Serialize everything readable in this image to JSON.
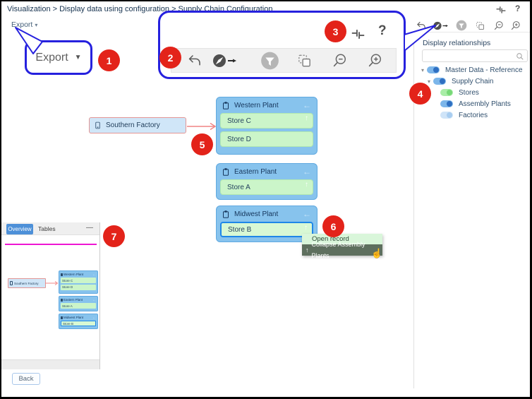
{
  "breadcrumb": "Visualization > Display data using configuration > Supply Chain Configuration",
  "topbar": {
    "export_label": "Export"
  },
  "callouts": [
    "1",
    "2",
    "3",
    "4",
    "5",
    "6",
    "7"
  ],
  "icons": {
    "caret_down": "▾",
    "caret_solid": "▼",
    "back_arrow": "←",
    "up_arrow": "↑",
    "minimize": "—",
    "help": "?",
    "hand_cursor": "☝"
  },
  "sidebar": {
    "title": "Display relationships",
    "search_placeholder": "",
    "items": [
      {
        "label": "Master Data - Reference"
      },
      {
        "label": "Supply Chain"
      },
      {
        "label": "Stores"
      },
      {
        "label": "Assembly Plants"
      },
      {
        "label": "Factories"
      }
    ]
  },
  "diagram": {
    "factory_label": "Southern Factory",
    "groups": [
      {
        "title": "Western Plant",
        "stores": [
          "Store C",
          "Store D"
        ]
      },
      {
        "title": "Eastern Plant",
        "stores": [
          "Store A"
        ]
      },
      {
        "title": "Midwest Plant",
        "stores": [
          "Store B"
        ]
      }
    ],
    "context_menu": {
      "open": "Open record",
      "collapse": "Collapse Assembly Plants"
    }
  },
  "overview": {
    "tabs": [
      "Overview",
      "Tables"
    ]
  },
  "footer": {
    "back_label": "Back"
  },
  "colors": {
    "callout_red": "#e3231a",
    "callout_blue": "#2621de",
    "group_header_blue": "#87c3ed",
    "store_green": "#cbf5c9",
    "store_selected_border": "#1f87e8",
    "factory_border_red": "#e39695",
    "arrow_red": "#f08484",
    "context_menu_green": "#d9f6da",
    "context_menu_dark": "#5e6f5e",
    "tab_active_blue": "#4d90d8",
    "overview_magenta": "#ee16d3",
    "toggle_blue": "#7cb6ea",
    "toggle_green": "#a9eda7",
    "toggle_pale_blue": "#cfe4f8"
  }
}
